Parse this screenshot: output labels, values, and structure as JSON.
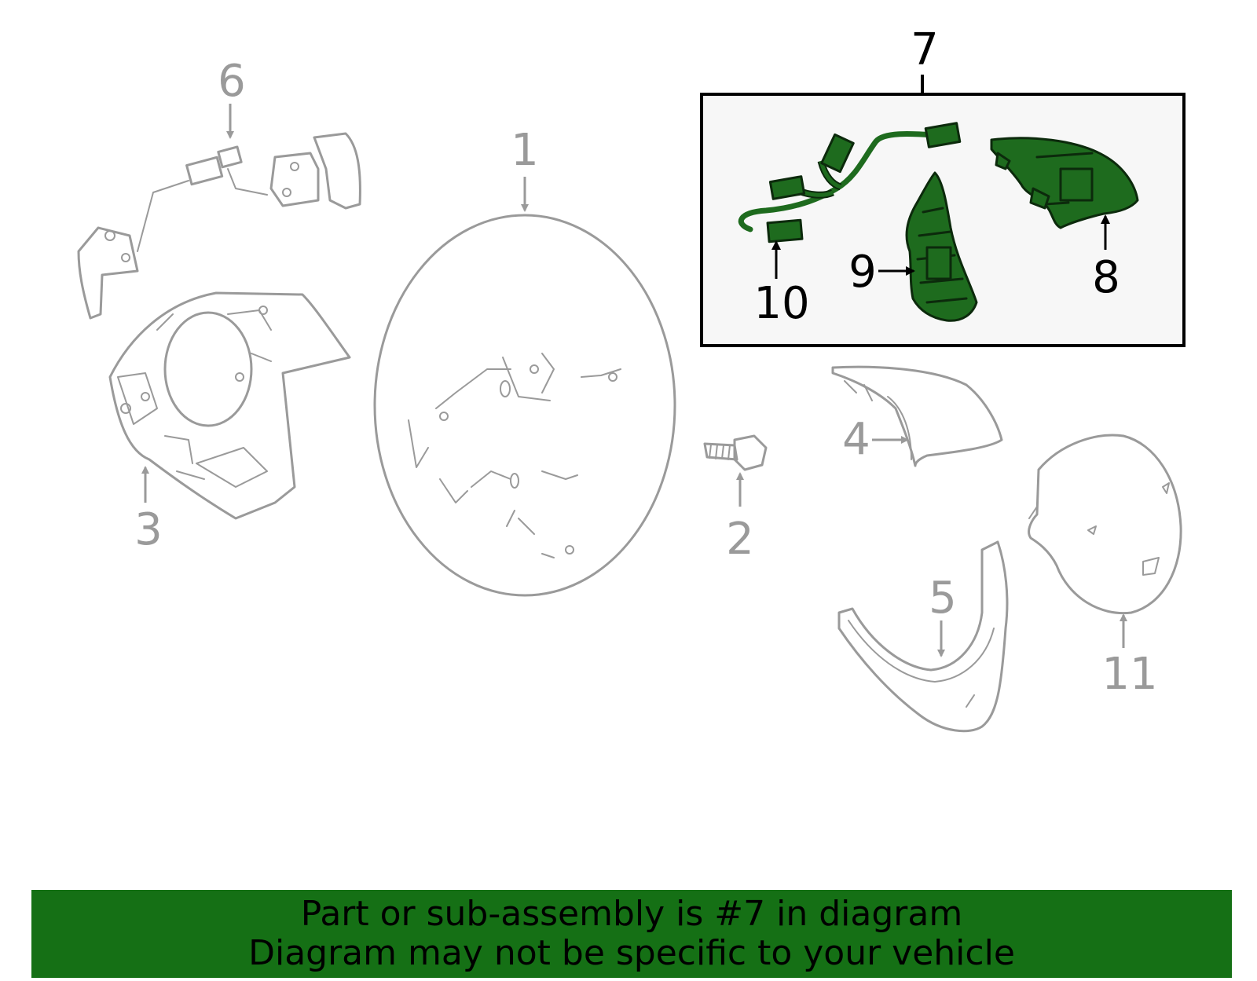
{
  "callouts": {
    "c1": "1",
    "c2": "2",
    "c3": "3",
    "c4": "4",
    "c5": "5",
    "c6": "6",
    "c7": "7",
    "c8": "8",
    "c9": "9",
    "c10": "10",
    "c11": "11"
  },
  "banner": {
    "line1": "Part or sub-assembly is #7 in diagram",
    "line2": "Diagram may not be specific to your vehicle"
  },
  "colors": {
    "highlight_part": "#1e6b1e",
    "banner_background": "#157015",
    "unselected_part": "#9a9a9a",
    "selected_box_fill": "#f7f7f7"
  }
}
